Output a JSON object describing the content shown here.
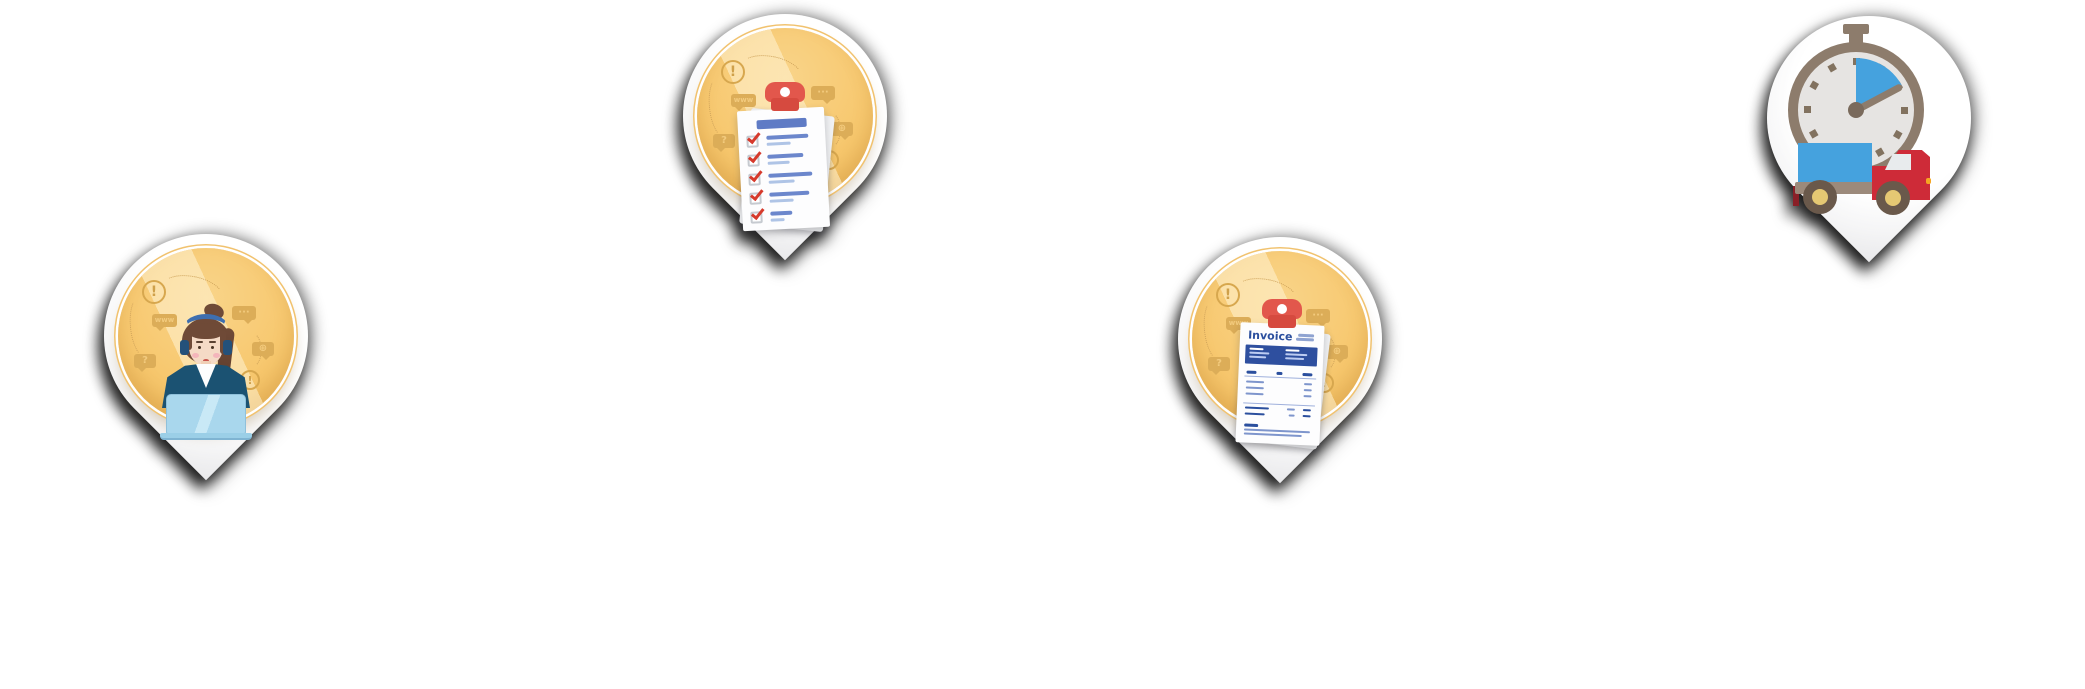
{
  "canvas": {
    "background": "#ffffff"
  },
  "pins": [
    {
      "id": "customer-support",
      "icon": "support-agent-icon"
    },
    {
      "id": "checklist",
      "icon": "checklist-icon"
    },
    {
      "id": "invoice",
      "icon": "invoice-icon",
      "invoice_title": "Invoice"
    },
    {
      "id": "fast-delivery",
      "icon": "stopwatch-truck-icon"
    }
  ],
  "decor": {
    "exclaim": "!",
    "question": "?",
    "www": "www",
    "ellipsis": "···",
    "globe": "⊕"
  },
  "colors": {
    "pin_fill": "#ffffff",
    "circle_orange": "#F7C86F",
    "bubble_tan": "#DCAD58",
    "clip_red": "#E2574C",
    "check_red": "#D63A2C",
    "line_blue": "#6C87CC",
    "line_blue_light": "#AFC4E6",
    "invoice_navy": "#2B4F9E",
    "watch_taupe": "#8D7C6C",
    "accent_blue": "#45A2DE",
    "truck_red": "#CE2B38",
    "jacket_navy": "#1B5272",
    "laptop_blue": "#A9D7ED"
  }
}
